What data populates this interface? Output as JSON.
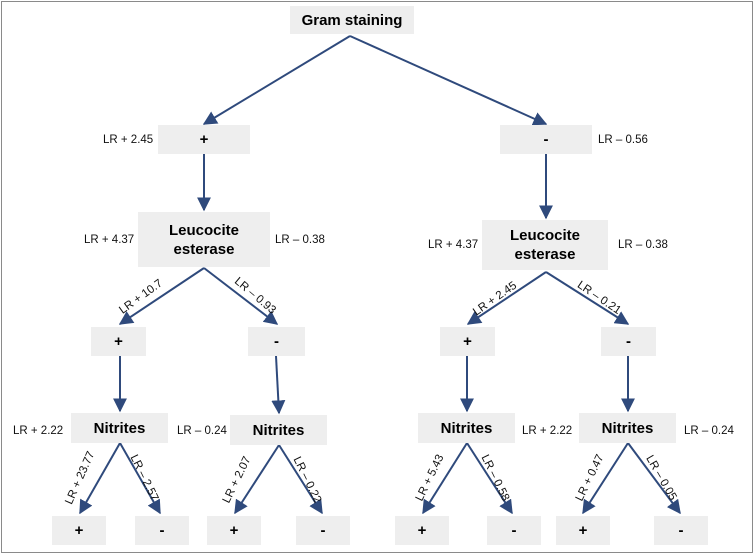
{
  "root": {
    "label": "Gram staining"
  },
  "level1": {
    "pos": {
      "sign": "+",
      "lr": "LR + 2.45"
    },
    "neg": {
      "sign": "-",
      "lr": "LR – 0.56"
    }
  },
  "le_node": {
    "line1": "Leucocite",
    "line2": "esterase"
  },
  "left_le": {
    "lr_pos": "LR + 4.37",
    "lr_neg": "LR – 0.38",
    "edge_pos": "LR + 10.7",
    "edge_neg": "LR – 0.93"
  },
  "right_le": {
    "lr_pos": "LR + 4.37",
    "lr_neg": "LR – 0.38",
    "edge_pos": "LR + 2.45",
    "edge_neg": "LR – 0.21"
  },
  "level3": {
    "pos_sign": "+",
    "neg_sign": "-"
  },
  "nitrites_label": "Nitrites",
  "nitrites": [
    {
      "side_lr": "LR + 2.22",
      "edge_pos": "LR + 23.77",
      "edge_neg": "LR – 2.57"
    },
    {
      "side_lr": "LR – 0.24",
      "edge_pos": "LR + 2.07",
      "edge_neg": "LR – 0.22"
    },
    {
      "side_lr": "LR + 2.22",
      "edge_pos": "LR + 5.43",
      "edge_neg": "LR – 0.58"
    },
    {
      "side_lr": "LR – 0.24",
      "edge_pos": "LR + 0.47",
      "edge_neg": "LR – 0.05"
    }
  ],
  "leaf": {
    "pos": "+",
    "neg": "-"
  },
  "colors": {
    "arrow": "#2f4a7c",
    "box": "#eeeeee"
  }
}
